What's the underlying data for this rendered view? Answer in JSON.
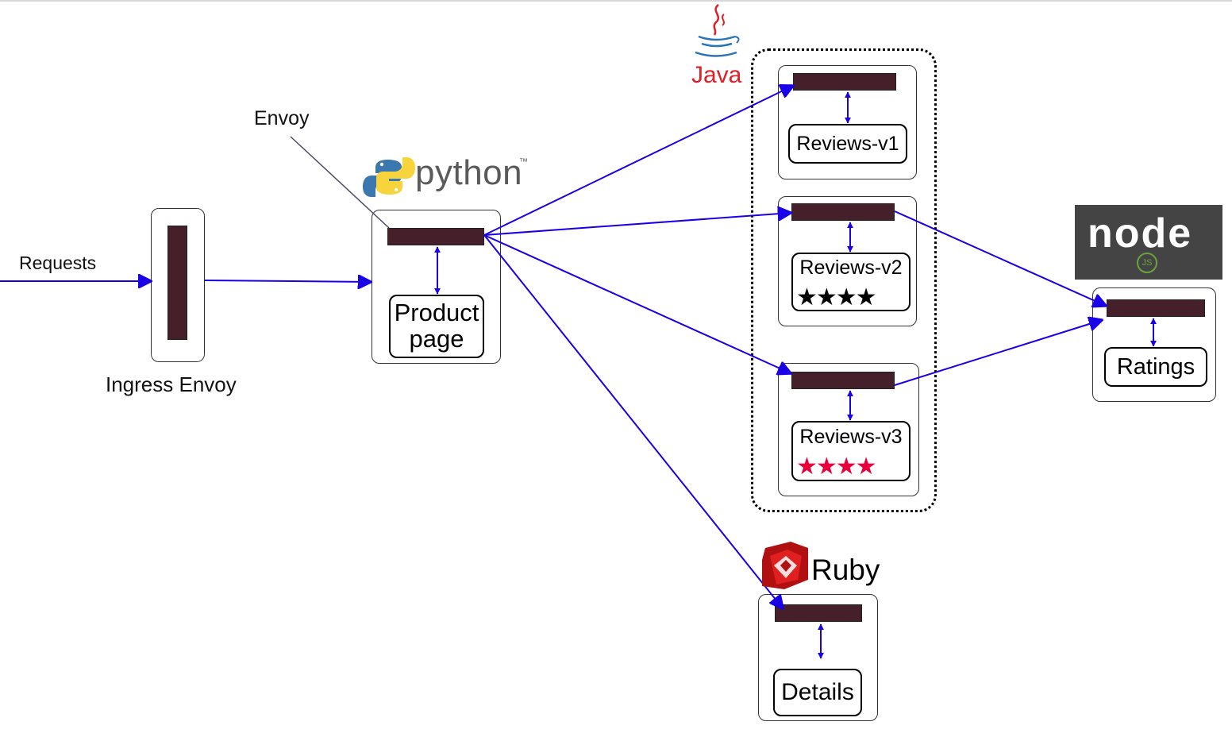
{
  "labels": {
    "requests": "Requests",
    "ingress_envoy": "Ingress Envoy",
    "envoy": "Envoy",
    "python": "python",
    "python_tm": "™",
    "java": "Java",
    "ruby": "Ruby",
    "node": "node",
    "node_js": "JS"
  },
  "services": {
    "productpage_line1": "Product",
    "productpage_line2": "page",
    "reviews_v1": "Reviews-v1",
    "reviews_v2": "Reviews-v2",
    "reviews_v3": "Reviews-v3",
    "ratings": "Ratings",
    "details": "Details"
  },
  "stars": {
    "reviews_v2": "★★★★",
    "reviews_v3": "★★★★"
  },
  "colors": {
    "arrow": "#1a00e6",
    "proxy": "#45202a",
    "envoy_pointer": "#4a4a6a",
    "stars_v2": "#000000",
    "stars_v3": "#e8003a",
    "java": "#e11e26",
    "ruby": "#b01010",
    "node_bg": "#444444",
    "node_green": "#6ba13f"
  },
  "icons": [
    "python-logo-icon",
    "java-logo-icon",
    "ruby-logo-icon",
    "nodejs-logo-icon"
  ]
}
